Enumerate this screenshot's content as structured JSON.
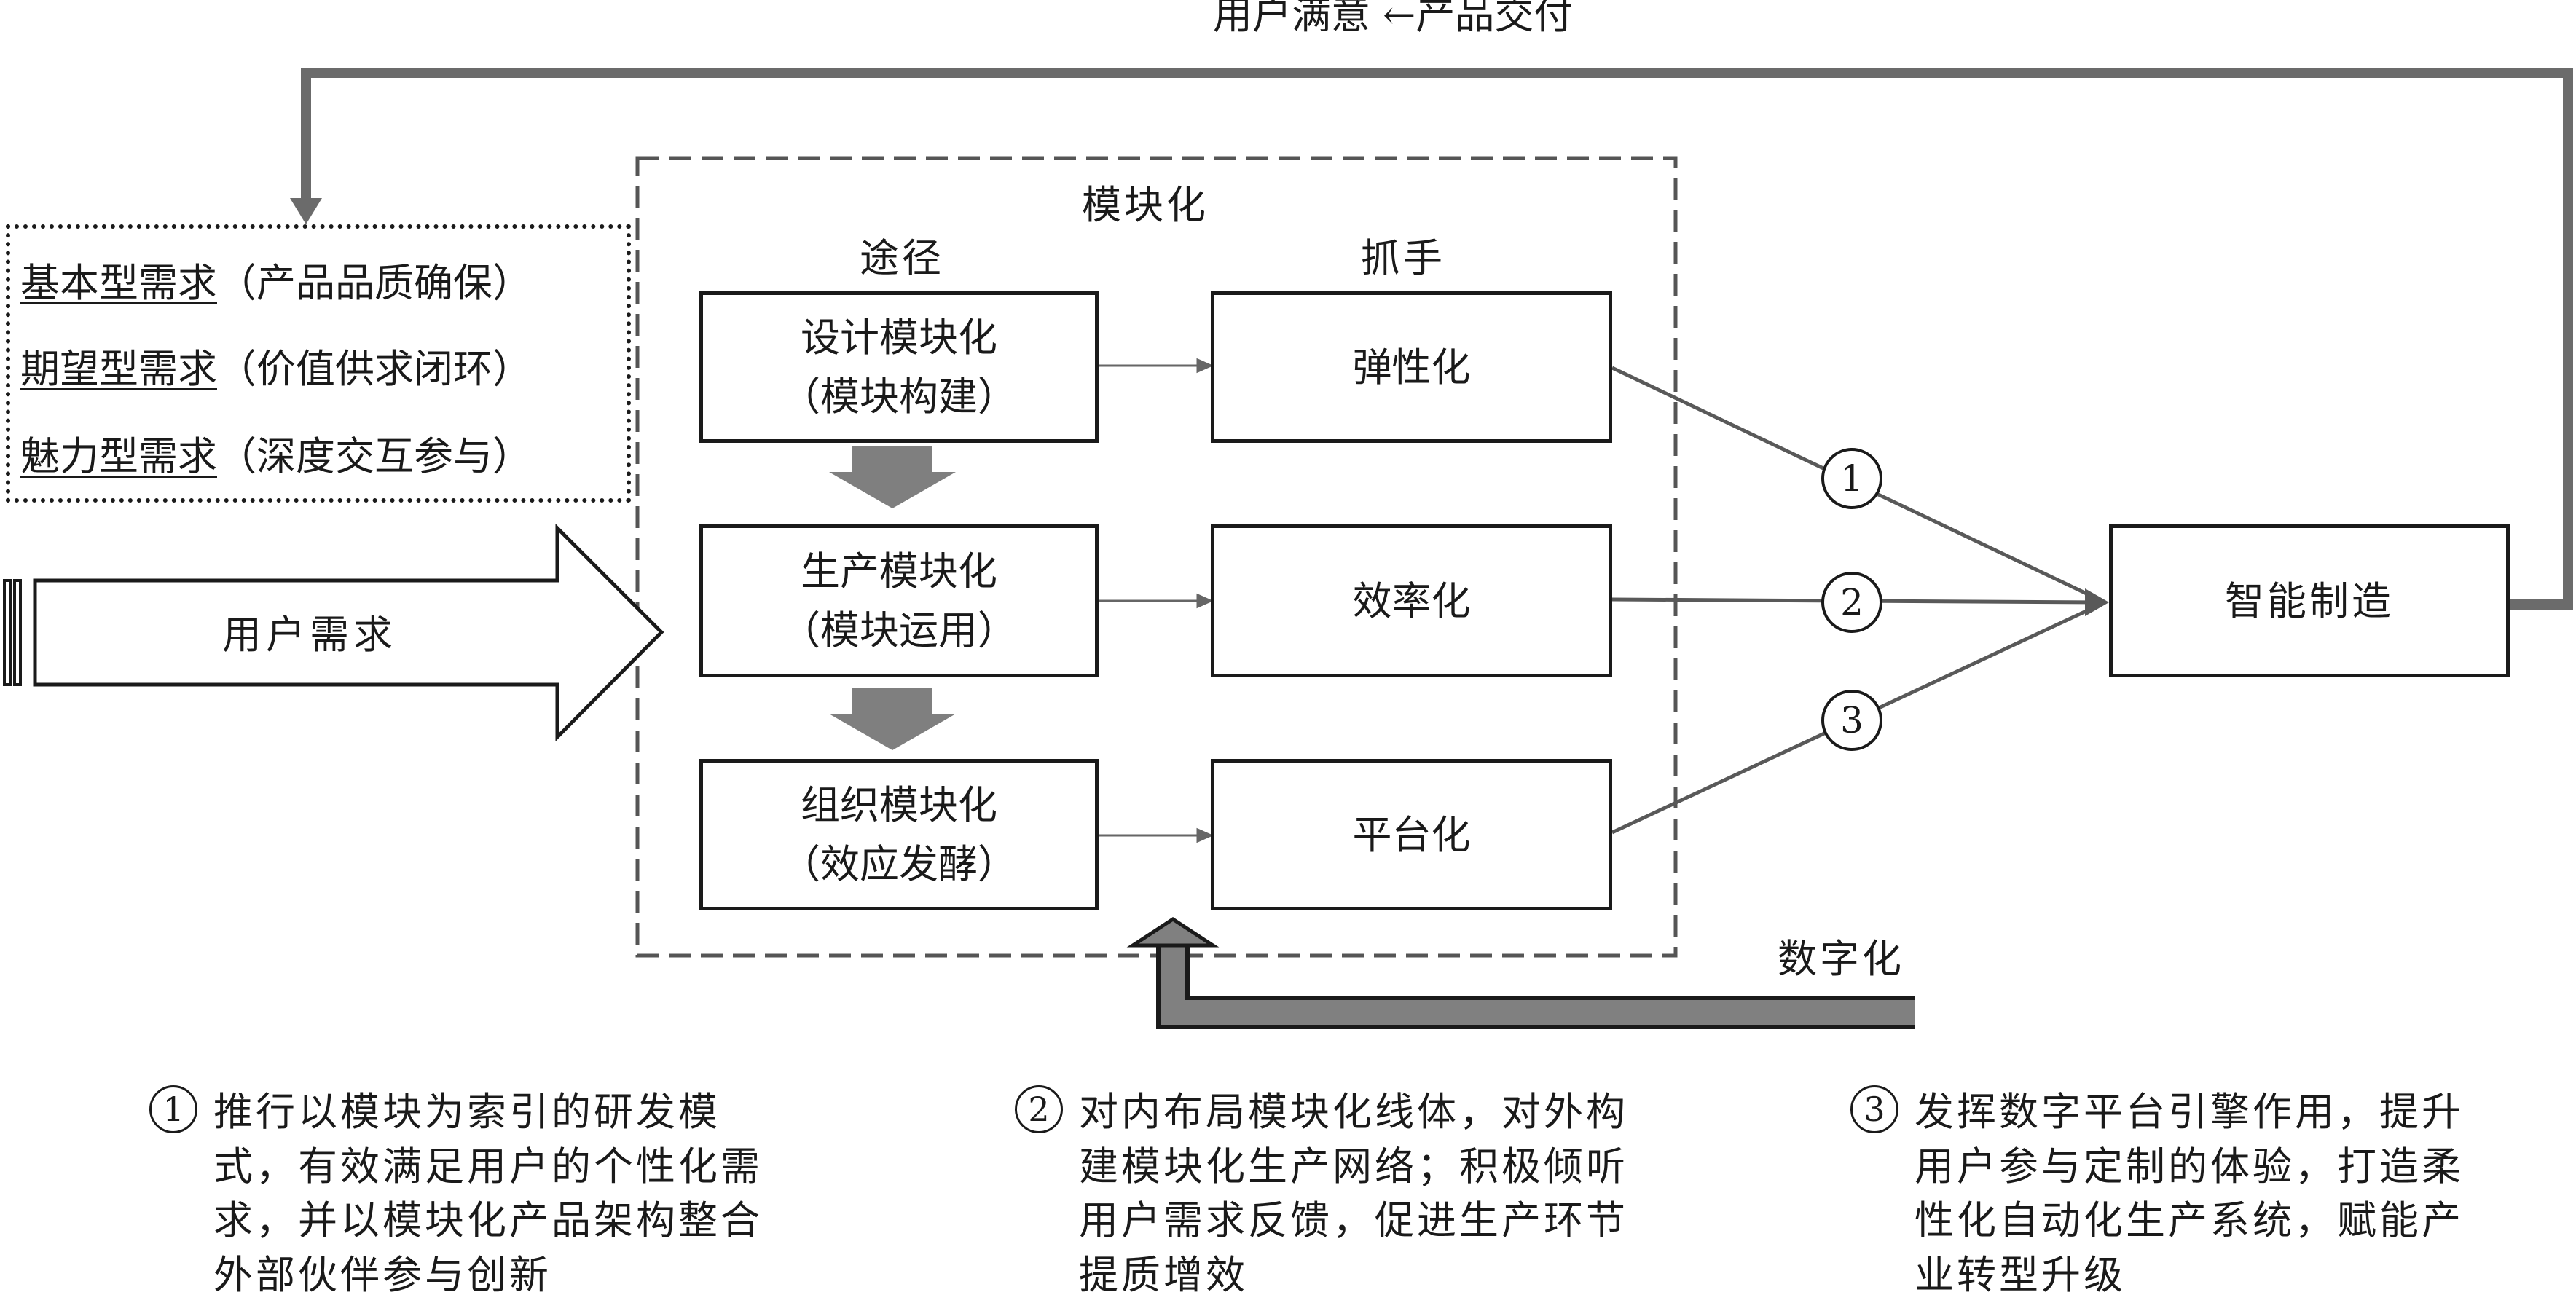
{
  "top_feedback_label": "用户满意 ←产品交付",
  "needs": [
    {
      "type": "基本型需求",
      "detail": "（产品品质确保）"
    },
    {
      "type": "期望型需求",
      "detail": "（价值供求闭环）"
    },
    {
      "type": "魅力型需求",
      "detail": "（深度交互参与）"
    }
  ],
  "input_arrow_label": "用户需求",
  "modular_group_label": "模块化",
  "path_column_label": "途径",
  "lever_column_label": "抓手",
  "paths": [
    {
      "line1": "设计模块化",
      "line2": "（模块构建）"
    },
    {
      "line1": "生产模块化",
      "line2": "（模块运用）"
    },
    {
      "line1": "组织模块化",
      "line2": "（效应发酵）"
    }
  ],
  "levers": [
    "弹性化",
    "效率化",
    "平台化"
  ],
  "link_numbers": [
    "1",
    "2",
    "3"
  ],
  "output_box_label": "智能制造",
  "digital_label": "数字化",
  "notes": [
    {
      "num": "1",
      "text": "推行以模块为索引的研发模式，有效满足用户的个性化需求，并以模块化产品架构整合外部伙伴参与创新"
    },
    {
      "num": "2",
      "text": "对内布局模块化线体，对外构建模块化生产网络；积极倾听用户需求反馈，促进生产环节提质增效"
    },
    {
      "num": "3",
      "text": "发挥数字平台引擎作用，提升用户参与定制的体验，打造柔性化自动化生产系统，赋能产业转型升级"
    }
  ],
  "colors": {
    "line": "#1a1a1a",
    "gray_arrow": "#7f7f7f",
    "connector": "#595959"
  }
}
